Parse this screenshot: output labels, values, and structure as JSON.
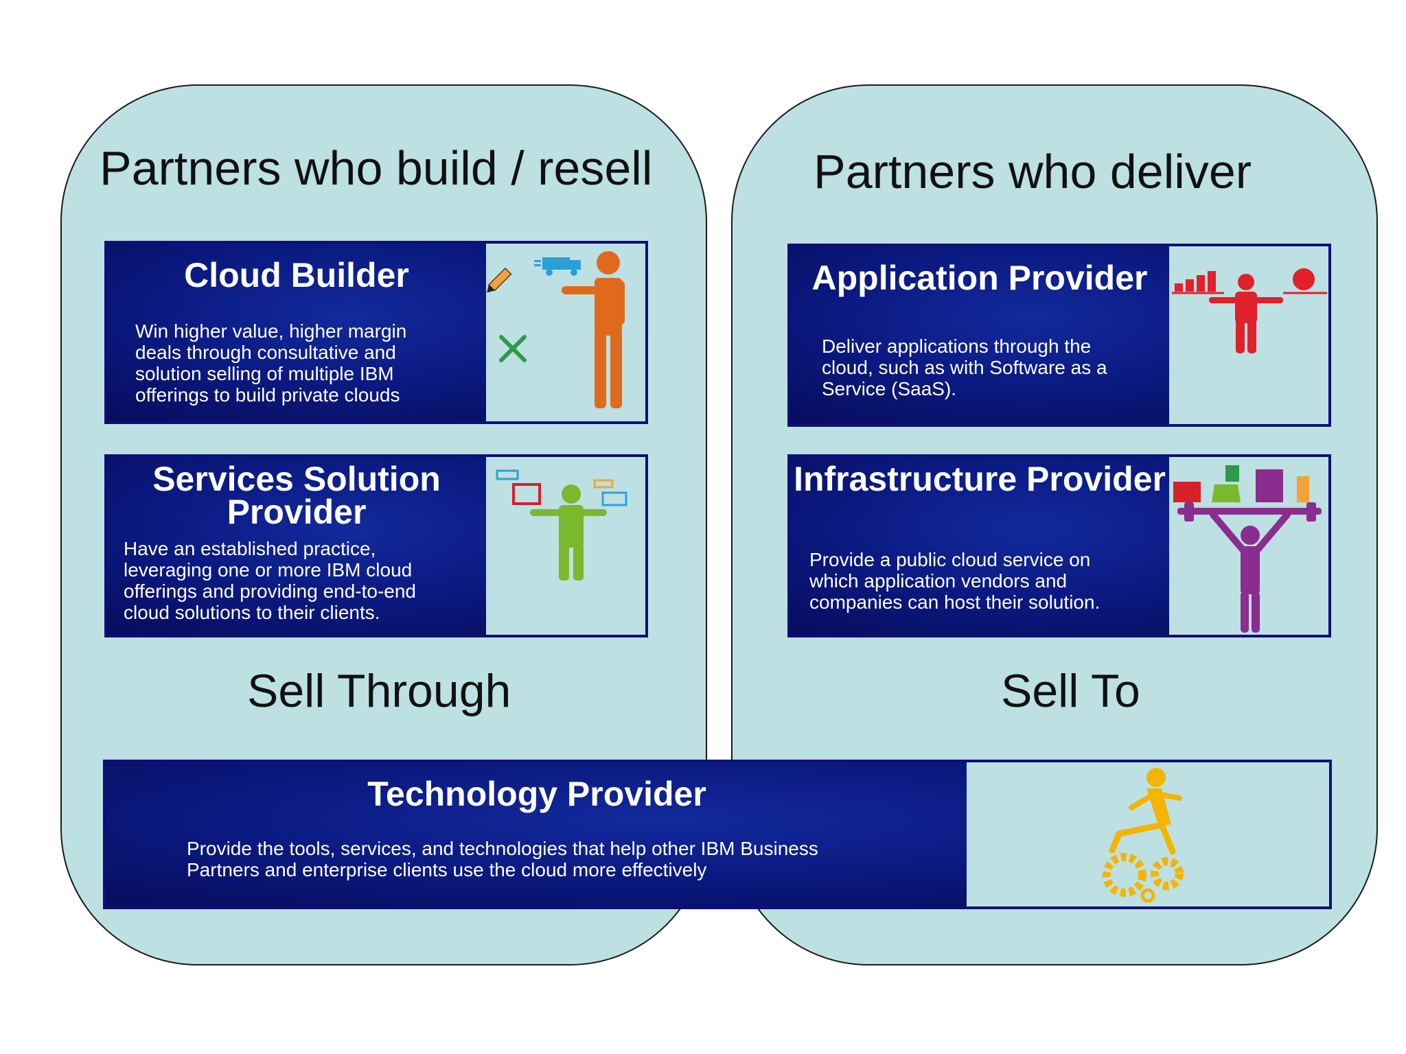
{
  "panels": {
    "left": {
      "heading": "Partners who build / resell",
      "footer": "Sell Through"
    },
    "right": {
      "heading": "Partners who deliver",
      "footer": "Sell To"
    }
  },
  "cards": {
    "cloud_builder": {
      "title": "Cloud Builder",
      "description": "Win higher value, higher margin\ndeals through consultative and\nsolution selling of multiple IBM\nofferings to build private clouds",
      "icon": "person-with-tools-icon"
    },
    "services_solution_provider": {
      "title": "Services Solution Provider",
      "description": "Have an established practice,\nleveraging one or more IBM cloud\nofferings and providing end-to-end\ncloud solutions to their clients.",
      "icon": "person-with-devices-icon"
    },
    "application_provider": {
      "title": "Application Provider",
      "description": "Deliver applications through the\ncloud, such as with Software as a\nService (SaaS).",
      "icon": "person-balancing-charts-icon"
    },
    "infrastructure_provider": {
      "title": "Infrastructure Provider",
      "description": "Provide a public cloud service on\nwhich application vendors and\ncompanies can host their solution.",
      "icon": "person-lifting-servers-icon"
    },
    "technology_provider": {
      "title": "Technology Provider",
      "description": "Provide the tools, services, and technologies that help other IBM Business\nPartners and enterprise clients use the cloud more effectively",
      "icon": "person-on-gears-icon"
    }
  },
  "colors": {
    "panel_fill": "#bde0e3",
    "card_fill": "#0b1a82",
    "card_border": "#0f0f7a",
    "cloud_builder_figure": "#e06a1b",
    "services_figure": "#7ab82e",
    "application_figure": "#e0202a",
    "infrastructure_figure": "#8b2d8f",
    "technology_figure": "#f4b400"
  }
}
